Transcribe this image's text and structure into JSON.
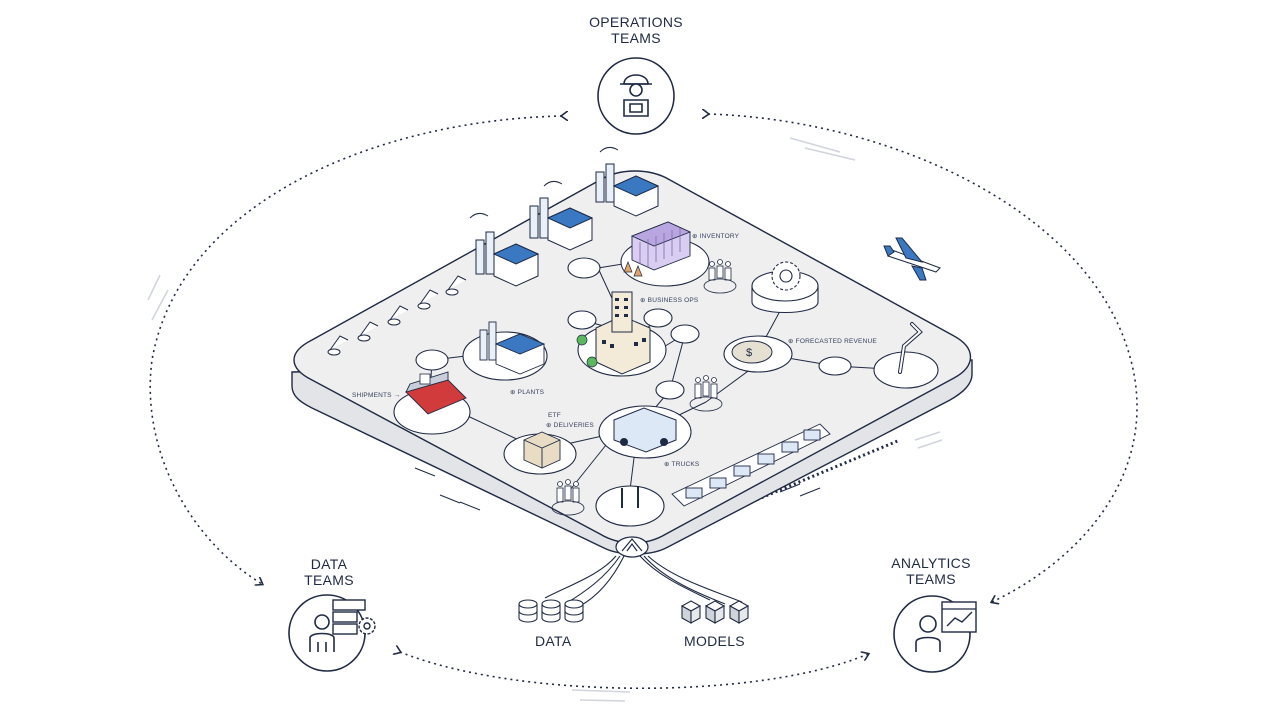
{
  "teams": {
    "operations": {
      "line1": "OPERATIONS",
      "line2": "TEAMS",
      "icon": "worker-hardhat-icon"
    },
    "data": {
      "line1": "DATA",
      "line2": "TEAMS",
      "icon": "data-engineer-icon"
    },
    "analytics": {
      "line1": "ANALYTICS",
      "line2": "TEAMS",
      "icon": "analyst-chart-icon"
    }
  },
  "outputs": {
    "data": "DATA",
    "models": "MODELS"
  },
  "platform_labels": {
    "inventory": "⊕ INVENTORY",
    "business_ops": "⊕ BUSINESS OPS",
    "forecasted_revenue": "⊕ FORECASTED REVENUE",
    "plants": "⊕ PLANTS",
    "shipments": "SHIPMENTS →",
    "etf": "ETF",
    "deliveries": "⊕ DELIVERIES",
    "trucks": "⊕ TRUCKS"
  },
  "colors": {
    "ink": "#1f2a44",
    "accent_blue": "#3a78c2",
    "platform": "#ededed",
    "purple": "#b9a6e0",
    "red": "#d23b3b"
  }
}
